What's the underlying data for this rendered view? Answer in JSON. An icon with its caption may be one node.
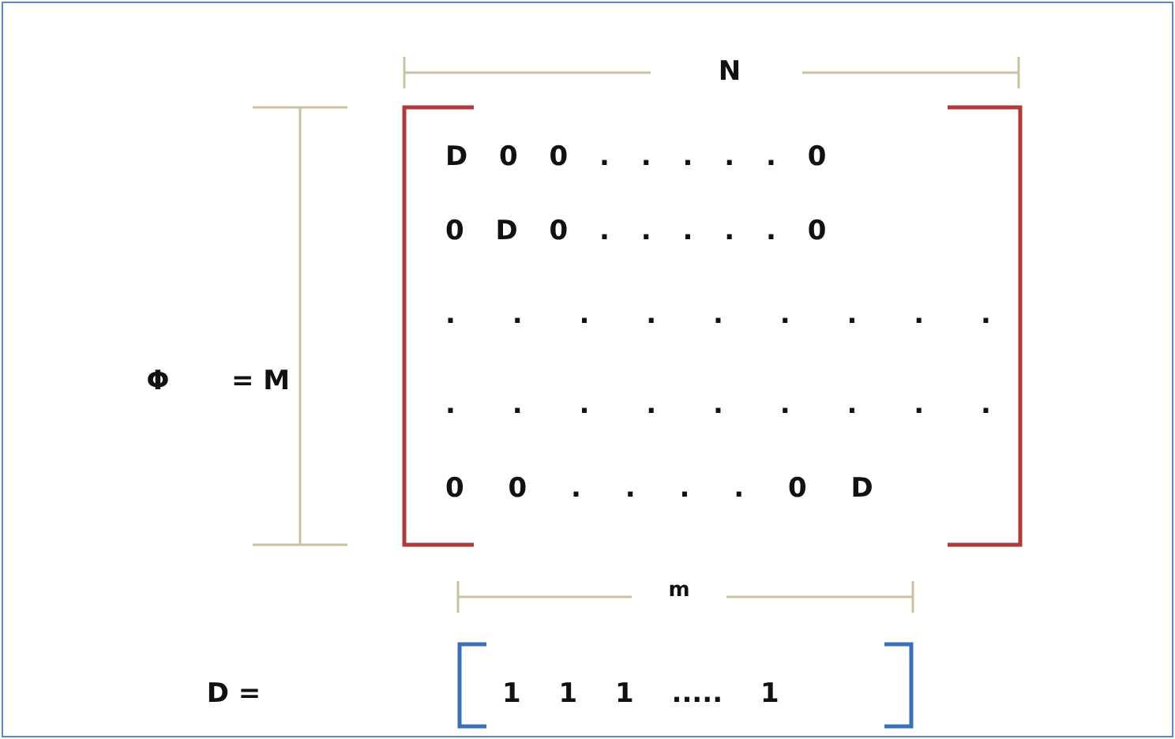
{
  "diagram": {
    "labels": [
      "N",
      "D 0 0 . . . . . 0",
      "0 D 0 . . . . . 0",
      "Φ",
      "= M",
      ". . . . . . . . .",
      ". . . . . . . . .",
      "0 0 . . . . 0 D",
      "m",
      "D =",
      "1 1 1 ..... 1"
    ]
  }
}
